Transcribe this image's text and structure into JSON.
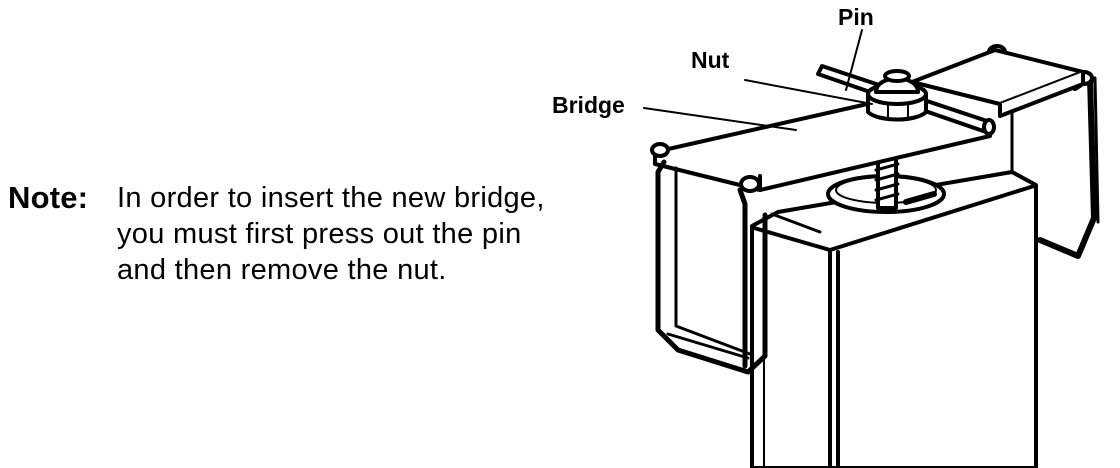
{
  "note": {
    "label": "Note:",
    "lines": [
      "In order to insert the new bridge,",
      "you must first press out the pin",
      "and then remove the nut."
    ]
  },
  "callouts": {
    "pin": "Pin",
    "nut": "Nut",
    "bridge": "Bridge"
  },
  "colors": {
    "ink": "#000000",
    "paper": "#ffffff"
  }
}
